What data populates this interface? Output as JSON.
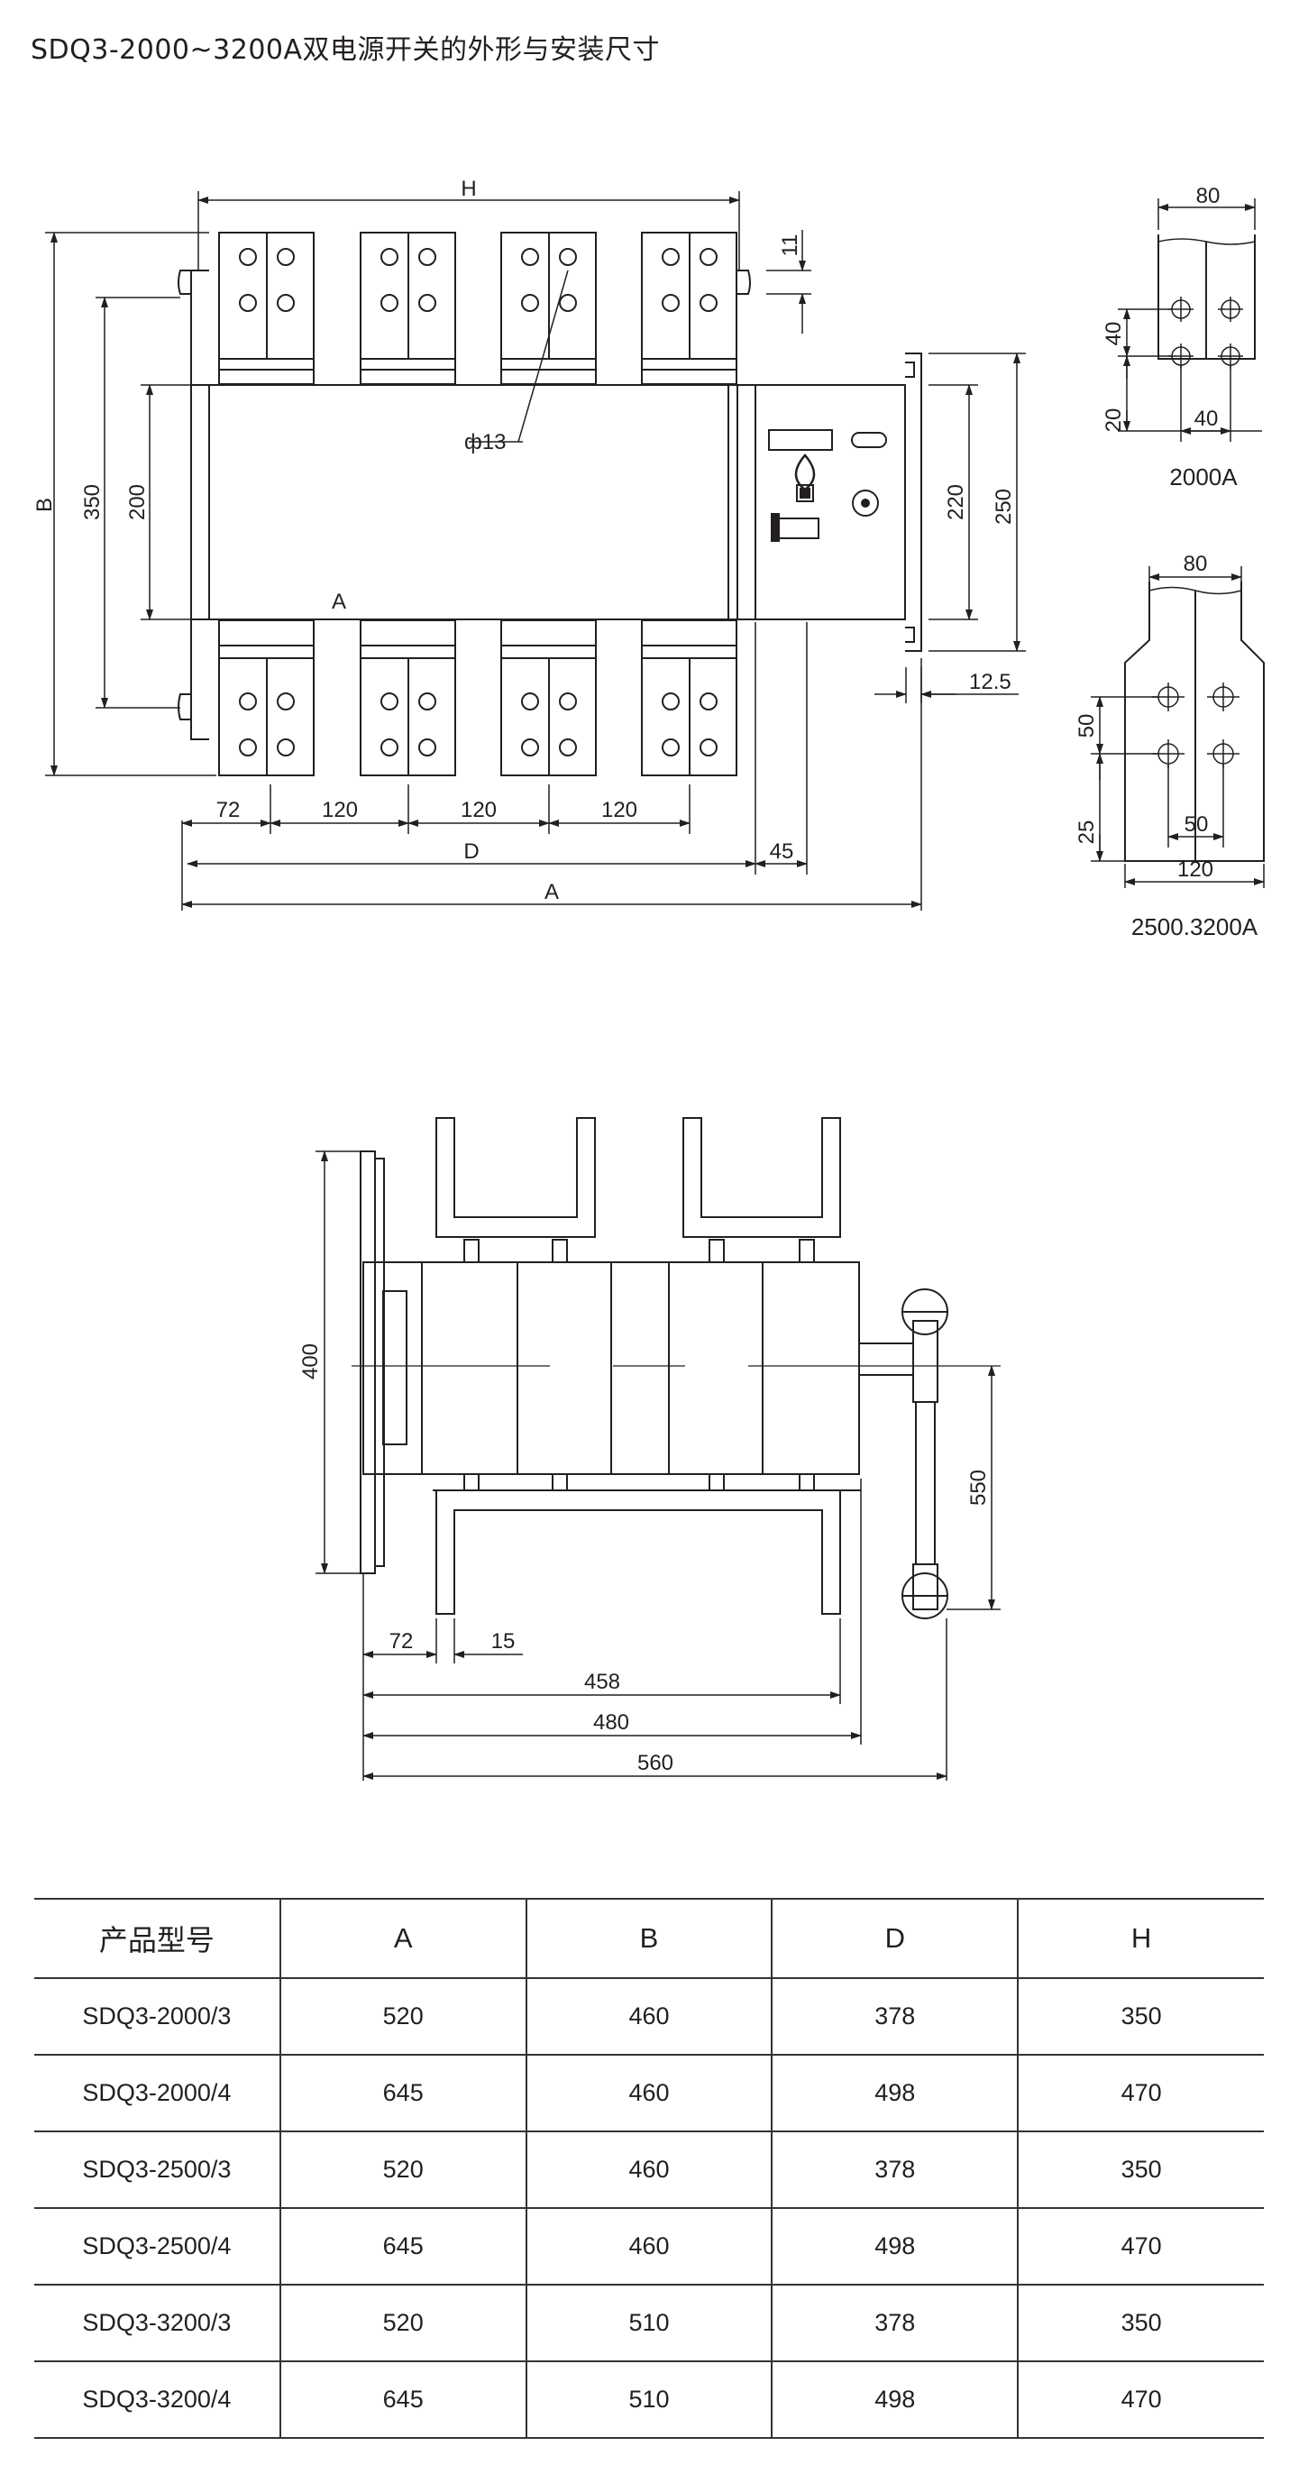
{
  "title": "SDQ3-2000~3200A双电源开关的外形与安装尺寸",
  "front_view": {
    "labels": {
      "H": "H",
      "B": "B",
      "D": "D",
      "A_dim": "A",
      "A_mark": "A",
      "d350": "350",
      "d200": "200",
      "d11": "11",
      "phi13": "ф13",
      "d220": "220",
      "d250": "250",
      "d12_5": "12.5",
      "d45": "45",
      "d72": "72",
      "d120a": "120",
      "d120b": "120",
      "d120c": "120"
    }
  },
  "detail_2000A": {
    "w80": "80",
    "h40": "40",
    "h20": "20",
    "w40": "40",
    "caption": "2000A"
  },
  "detail_2500A": {
    "w80": "80",
    "h50": "50",
    "h25": "25",
    "w50": "50",
    "w120": "120",
    "caption": "2500.3200A"
  },
  "side_view": {
    "d400": "400",
    "d550": "550",
    "d72": "72",
    "d15": "15",
    "d458": "458",
    "d480": "480",
    "d560": "560"
  },
  "table": {
    "headers": [
      "产品型号",
      "A",
      "B",
      "D",
      "H"
    ],
    "rows": [
      [
        "SDQ3-2000/3",
        "520",
        "460",
        "378",
        "350"
      ],
      [
        "SDQ3-2000/4",
        "645",
        "460",
        "498",
        "470"
      ],
      [
        "SDQ3-2500/3",
        "520",
        "460",
        "378",
        "350"
      ],
      [
        "SDQ3-2500/4",
        "645",
        "460",
        "498",
        "470"
      ],
      [
        "SDQ3-3200/3",
        "520",
        "510",
        "378",
        "350"
      ],
      [
        "SDQ3-3200/4",
        "645",
        "510",
        "498",
        "470"
      ]
    ]
  }
}
